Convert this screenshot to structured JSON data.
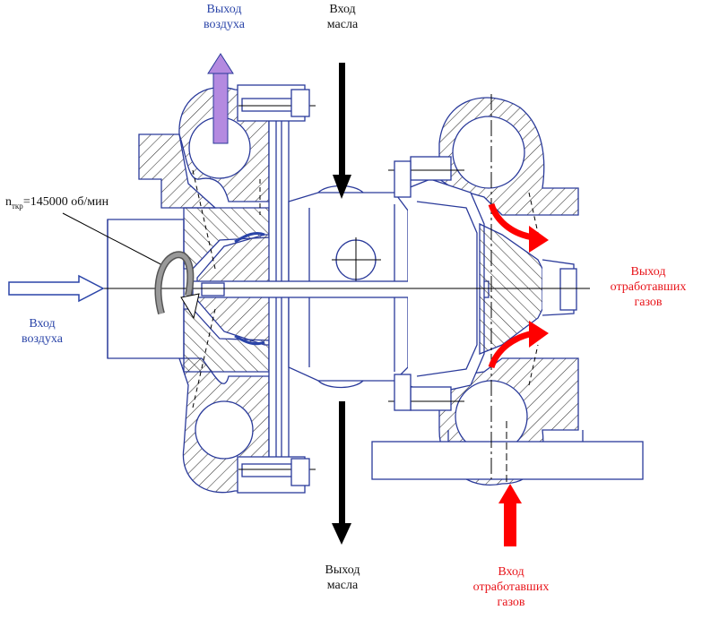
{
  "colors": {
    "outline": "#2a3a9a",
    "hatch": "#333333",
    "air_arrow": "#b48ae0",
    "oil_arrow": "#000000",
    "gas_arrow": "#ff0000",
    "blue_text": "#2a44a8",
    "red_text": "#e8141a"
  },
  "labels": {
    "air_out": [
      "Выход",
      "воздуха"
    ],
    "oil_in": [
      "Вход",
      "масла"
    ],
    "air_in": [
      "Вход",
      "воздуха"
    ],
    "gas_out": [
      "Выход",
      "отработавших",
      "газов"
    ],
    "oil_out": [
      "Выход",
      "масла"
    ],
    "gas_in": [
      "Вход",
      "отработавших",
      "газов"
    ]
  },
  "speed": {
    "symbol": "n",
    "subscript": "ткр",
    "value": "=145000 об/мин"
  }
}
